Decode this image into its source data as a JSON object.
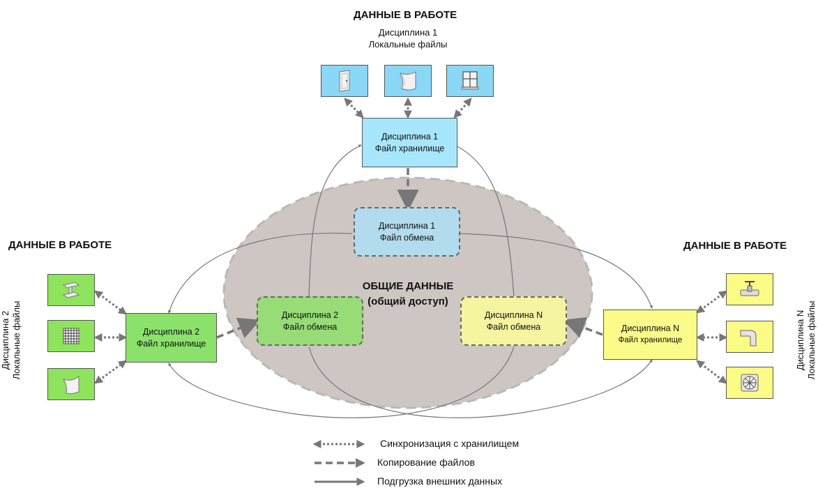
{
  "headers": {
    "top": "ДАННЫЕ В РАБОТЕ",
    "left": "ДАННЫЕ В РАБОТЕ",
    "right": "ДАННЫЕ В РАБОТЕ"
  },
  "local": {
    "top_line1": "Дисциплина 1",
    "top_line2": "Локальные файлы",
    "left_line1": "Дисциплина 2",
    "left_line2": "Локальные файлы",
    "right_line1": "Дисциплина N",
    "right_line2": "Локальные файлы"
  },
  "storage": {
    "d1": {
      "title": "Дисциплина  1",
      "subtitle": "Файл хранилище"
    },
    "d2": {
      "title": "Дисциплина  2",
      "subtitle": "Файл хранилище"
    },
    "dn": {
      "title": "Дисциплина  N",
      "subtitle": "Файл хранилище"
    }
  },
  "exchange": {
    "d1": {
      "title": "Дисциплина 1",
      "subtitle": "Файл обмена"
    },
    "d2": {
      "title": "Дисциплина 2",
      "subtitle": "Файл обмена"
    },
    "dn": {
      "title": "Дисциплина N",
      "subtitle": "Файл обмена"
    }
  },
  "shared": {
    "title": "ОБЩИЕ ДАННЫЕ",
    "subtitle": "(общий доступ)"
  },
  "legend": {
    "sync": "Синхронизация  с хранилищем",
    "copy": "Копирование  файлов",
    "load": "Подгрузка  внешних  данных"
  },
  "colors": {
    "discipline1": "#a7e6fb",
    "discipline2": "#8be26b",
    "disciplineN": "#fbfb8a",
    "shared_area": "#cdc6c3",
    "arrow": "#777777"
  },
  "icons": {
    "top": [
      "door-icon",
      "curtain-wall-icon",
      "window-icon"
    ],
    "left": [
      "steel-beam-icon",
      "rebar-mesh-icon",
      "curved-panel-icon"
    ],
    "right": [
      "valve-icon",
      "pipe-elbow-icon",
      "fan-icon"
    ]
  }
}
